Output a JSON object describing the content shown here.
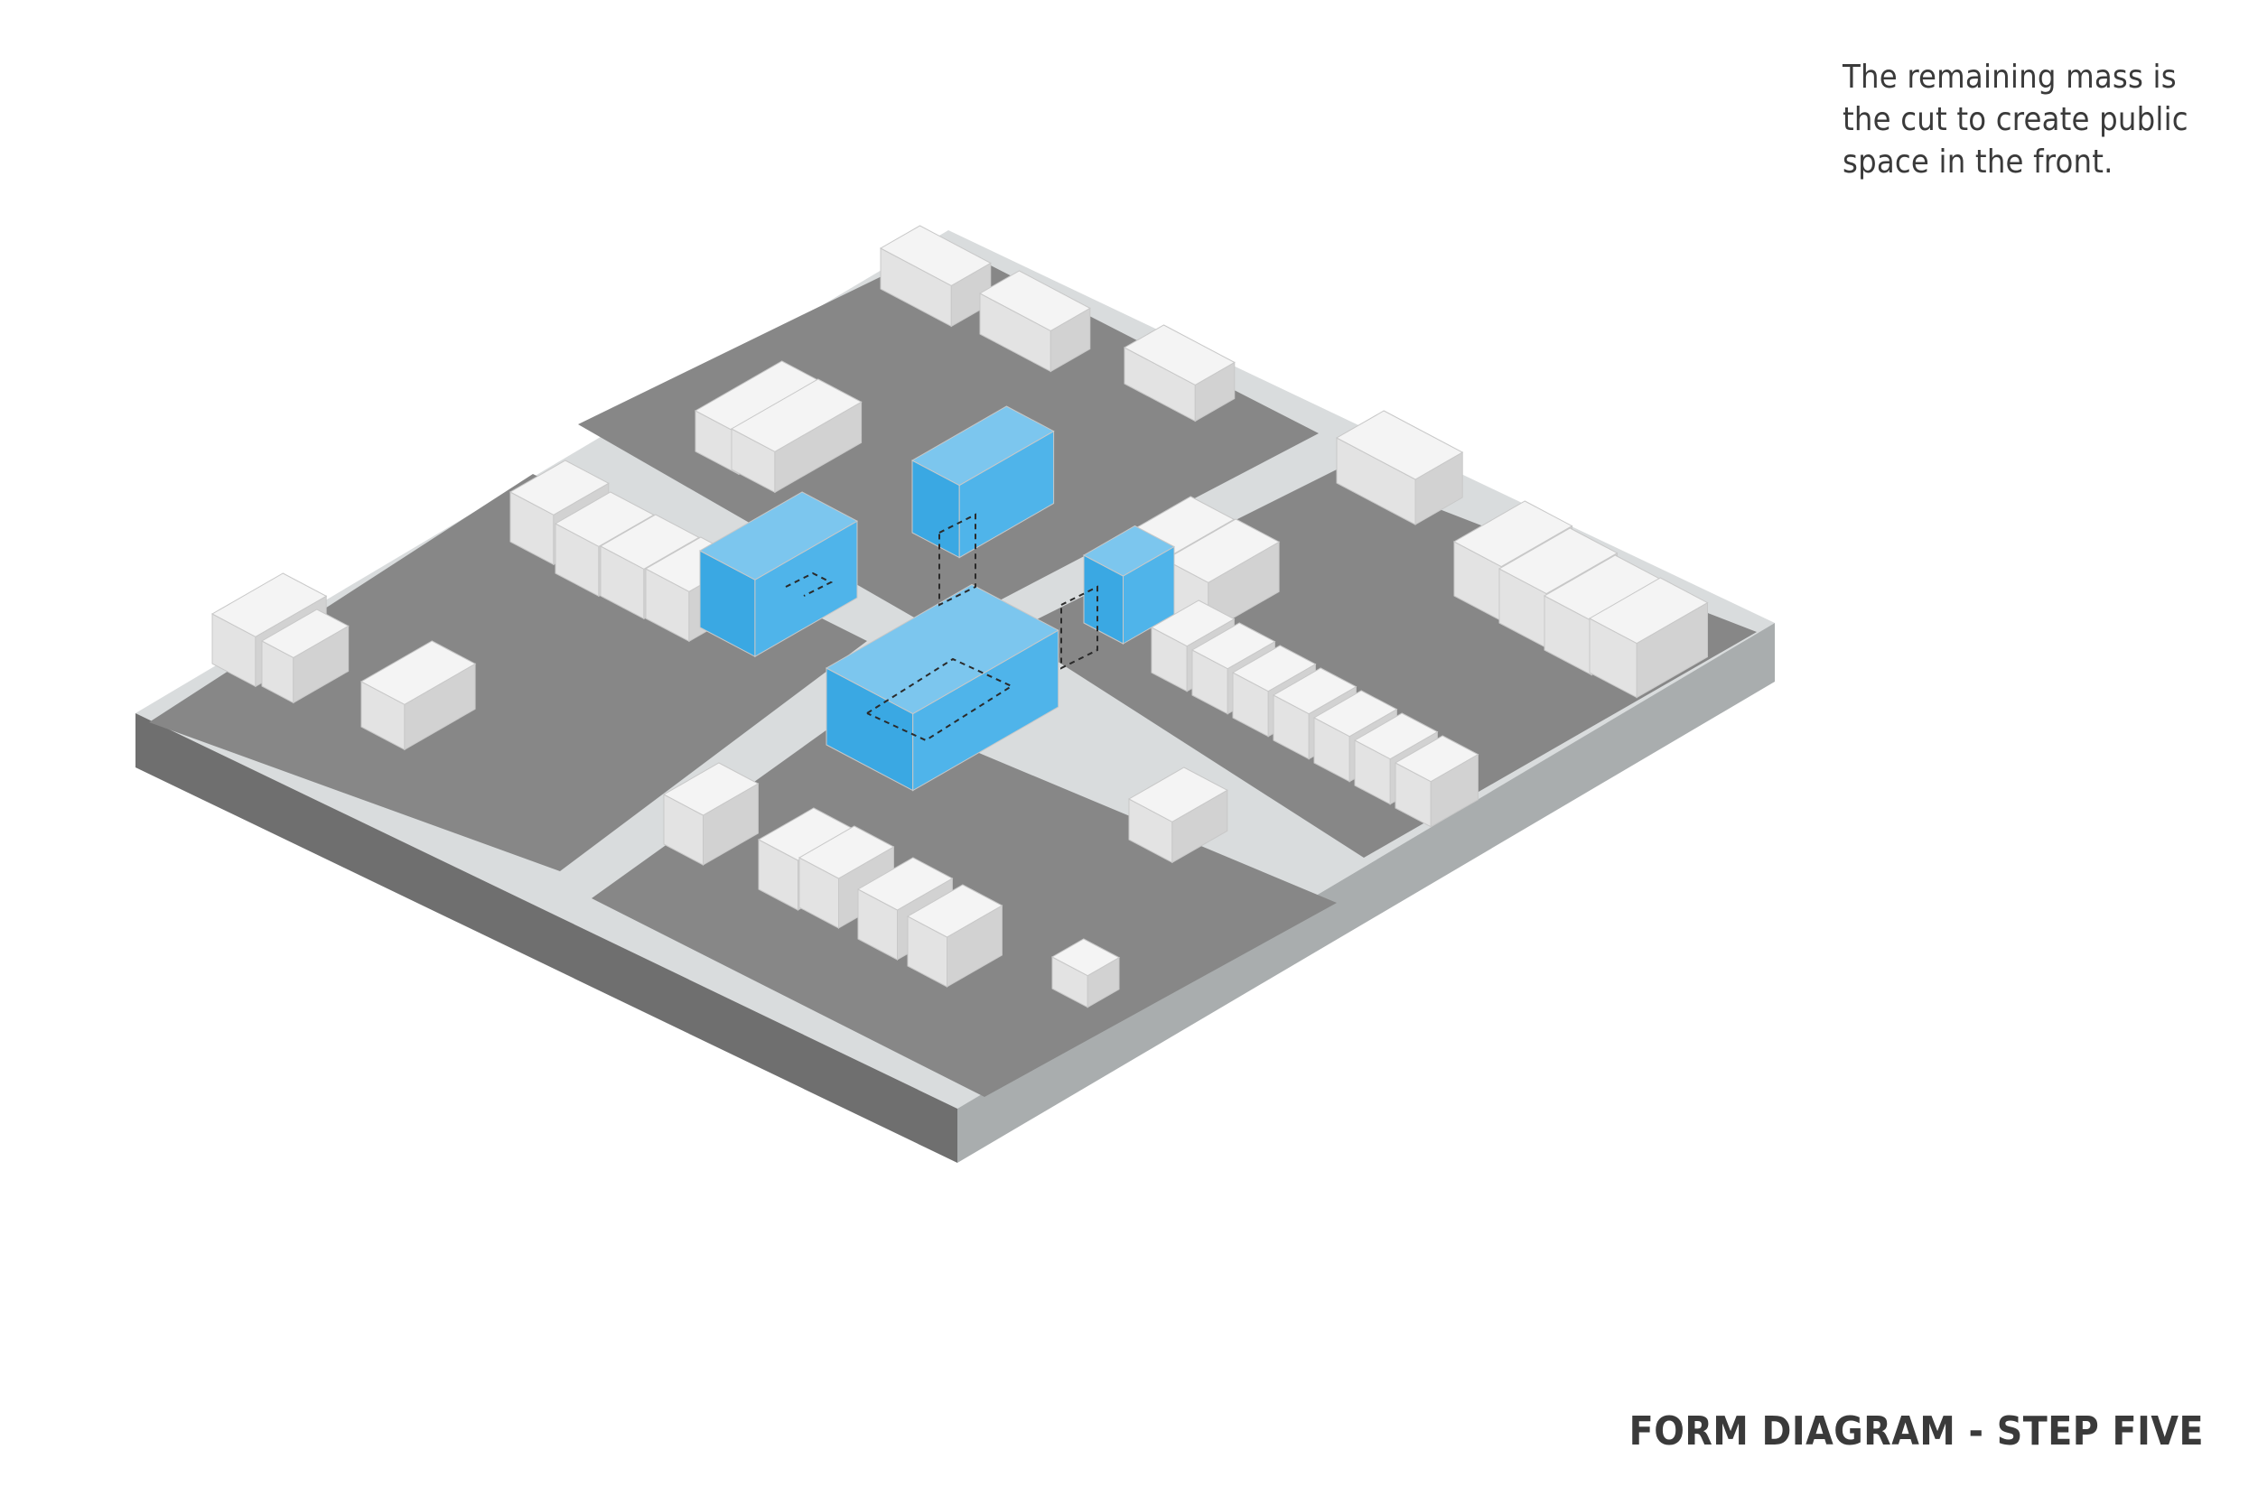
{
  "caption": {
    "text": "The remaining mass is the cut to create public space in the front."
  },
  "title": {
    "text": "FORM DIAGRAM - STEP FIVE"
  },
  "colors": {
    "background": "#ffffff",
    "block": "#878787",
    "block_side": "#6f6f6f",
    "street": "#d9dcdd",
    "house_top": "#f4f4f4",
    "house_left": "#e3e3e3",
    "house_right": "#d2d2d2",
    "mass_top": "#7cc6ee",
    "mass_left": "#3aa8e3",
    "mass_right": "#4fb4ea",
    "text": "#3a3a3a"
  },
  "icons": [
    "isometric-site-model"
  ]
}
